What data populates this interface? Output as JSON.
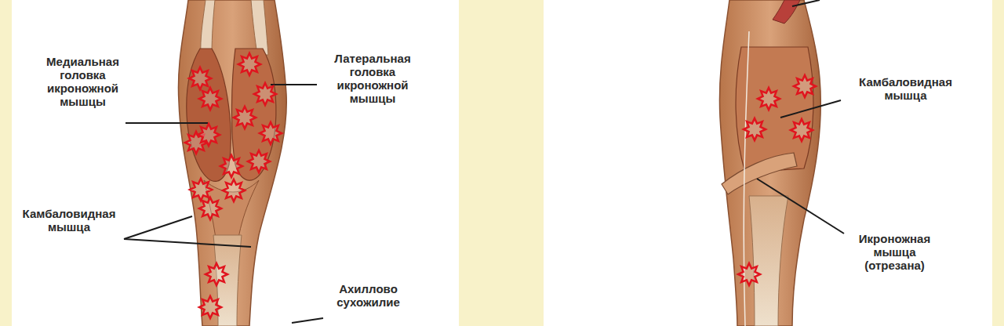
{
  "diagram": {
    "labels": [
      "Медиальная головка икроножной мышцы",
      "Латеральная головка икроножной мышцы",
      "Камбаловидная мышца",
      "Ахиллово сухожилие",
      "Камбаловидная мышца",
      "Икроножная мышца (отрезана)"
    ]
  }
}
